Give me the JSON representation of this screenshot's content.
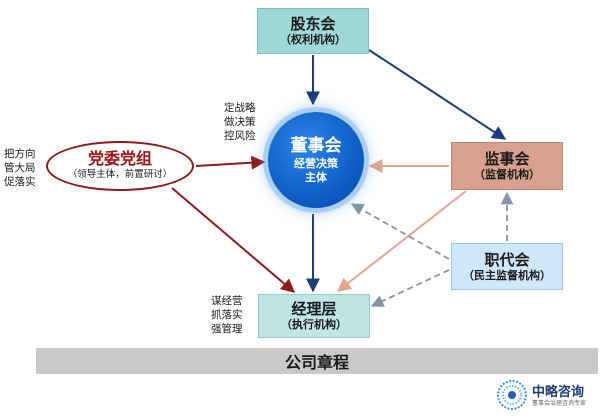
{
  "nodes": {
    "shareholders": {
      "title": "股东会",
      "subtitle": "（权利机构）"
    },
    "board": {
      "title": "董事会",
      "line2": "经营决策",
      "line3": "主体"
    },
    "supervisory": {
      "title": "监事会",
      "subtitle": "（监督机构）"
    },
    "workers": {
      "title": "职代会",
      "subtitle": "（民主监督机构）"
    },
    "management": {
      "title": "经理层",
      "subtitle": "（执行机构）"
    },
    "party": {
      "title": "党委党组",
      "subtitle": "（领导主体，前置研讨）"
    }
  },
  "labels": {
    "party_role": [
      "把方向",
      "管大局",
      "促落实"
    ],
    "board_role": [
      "定战略",
      "做决策",
      "控风险"
    ],
    "management_role": [
      "谋经营",
      "抓落实",
      "强管理"
    ]
  },
  "footer": {
    "charter": "公司章程"
  },
  "logo": {
    "name": "中略咨询",
    "tagline": "董事会治理咨询专家"
  },
  "colors": {
    "navy_arrow": "#1d3b7d",
    "red_arrow": "#8d1b1b",
    "salmon_arrow": "#e3a58f",
    "dashed_arrow": "#8494a8",
    "board_blue": "#0b58bf"
  }
}
